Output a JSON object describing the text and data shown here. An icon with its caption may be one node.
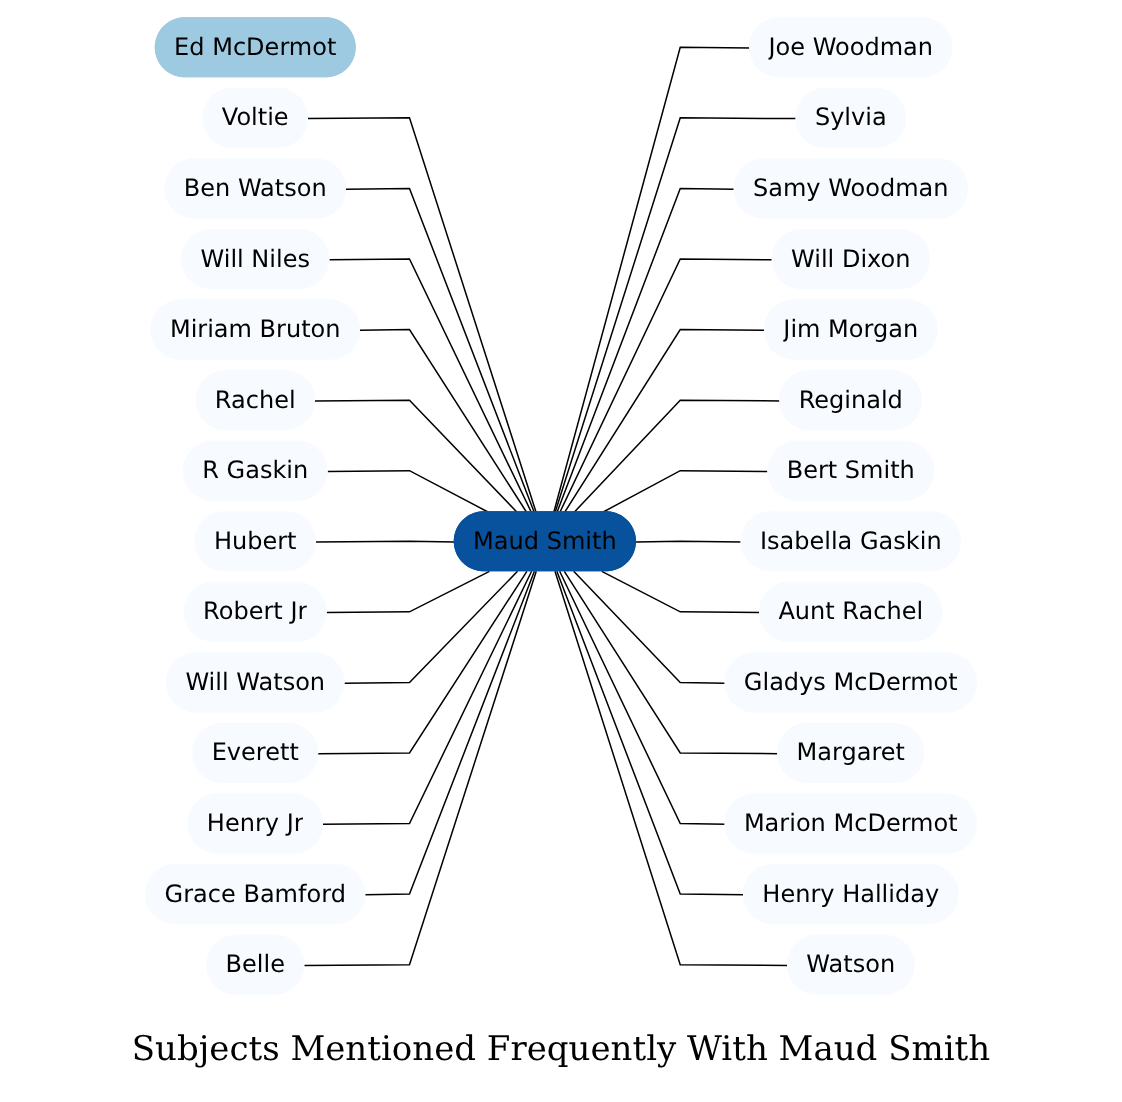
{
  "diagram": {
    "title": "Subjects Mentioned Frequently With Maud Smith",
    "nodes": [
      {
        "text": [
          "Maud Smith"
        ]
      },
      {
        "text": [
          "Ed McDermot"
        ]
      },
      {
        "text": [
          "Voltie"
        ]
      },
      {
        "text": [
          "Joe Woodman"
        ]
      },
      {
        "text": [
          "Sylvia"
        ]
      },
      {
        "text": [
          "Ben Watson"
        ]
      },
      {
        "text": [
          "Samy Woodman"
        ]
      },
      {
        "text": [
          "Will Niles"
        ]
      },
      {
        "text": [
          "Miriam Bruton"
        ]
      },
      {
        "text": [
          "Will Dixon"
        ]
      },
      {
        "text": [
          "Jim Morgan"
        ]
      },
      {
        "text": [
          "Reginald"
        ]
      },
      {
        "text": [
          "Rachel"
        ]
      },
      {
        "text": [
          "R Gaskin"
        ]
      },
      {
        "text": [
          "Bert Smith"
        ]
      },
      {
        "text": [
          "Isabella Gaskin"
        ]
      },
      {
        "text": [
          "Hubert"
        ]
      },
      {
        "text": [
          "Aunt Rachel"
        ]
      },
      {
        "text": [
          "Robert Jr"
        ]
      },
      {
        "text": [
          "Will Watson"
        ]
      },
      {
        "text": [
          "Gladys McDermot"
        ]
      },
      {
        "text": [
          "Margaret"
        ]
      },
      {
        "text": [
          "Everett"
        ]
      },
      {
        "text": [
          "Henry Jr"
        ]
      },
      {
        "text": [
          "Marion McDermot"
        ]
      },
      {
        "text": [
          "Grace Bamford"
        ]
      },
      {
        "text": [
          "Henry Halliday"
        ]
      },
      {
        "text": [
          "Belle"
        ]
      },
      {
        "text": [
          "Watson"
        ]
      }
    ],
    "edges": [
      {
        "from": 2,
        "to": 0,
        "arrow": "none"
      },
      {
        "from": 0,
        "to": 3,
        "arrow": "none"
      },
      {
        "from": 0,
        "to": 4,
        "arrow": "none"
      },
      {
        "from": 5,
        "to": 0,
        "arrow": "none"
      },
      {
        "from": 0,
        "to": 6,
        "arrow": "none"
      },
      {
        "from": 7,
        "to": 0,
        "arrow": "none"
      },
      {
        "from": 8,
        "to": 0,
        "arrow": "none"
      },
      {
        "from": 0,
        "to": 9,
        "arrow": "none"
      },
      {
        "from": 0,
        "to": 10,
        "arrow": "none"
      },
      {
        "from": 0,
        "to": 11,
        "arrow": "none"
      },
      {
        "from": 12,
        "to": 0,
        "arrow": "none"
      },
      {
        "from": 13,
        "to": 0,
        "arrow": "none"
      },
      {
        "from": 0,
        "to": 14,
        "arrow": "none"
      },
      {
        "from": 0,
        "to": 15,
        "arrow": "none"
      },
      {
        "from": 16,
        "to": 0,
        "arrow": "none"
      },
      {
        "from": 0,
        "to": 17,
        "arrow": "none"
      },
      {
        "from": 18,
        "to": 0,
        "arrow": "none"
      },
      {
        "from": 19,
        "to": 0,
        "arrow": "none"
      },
      {
        "from": 0,
        "to": 20,
        "arrow": "none"
      },
      {
        "from": 0,
        "to": 21,
        "arrow": "none"
      },
      {
        "from": 22,
        "to": 0,
        "arrow": "none"
      },
      {
        "from": 23,
        "to": 0,
        "arrow": "none"
      },
      {
        "from": 0,
        "to": 24,
        "arrow": "none"
      },
      {
        "from": 25,
        "to": 0,
        "arrow": "none"
      },
      {
        "from": 0,
        "to": 26,
        "arrow": "none"
      },
      {
        "from": 27,
        "to": 0,
        "arrow": "none"
      },
      {
        "from": 0,
        "to": 28,
        "arrow": "none"
      }
    ]
  }
}
